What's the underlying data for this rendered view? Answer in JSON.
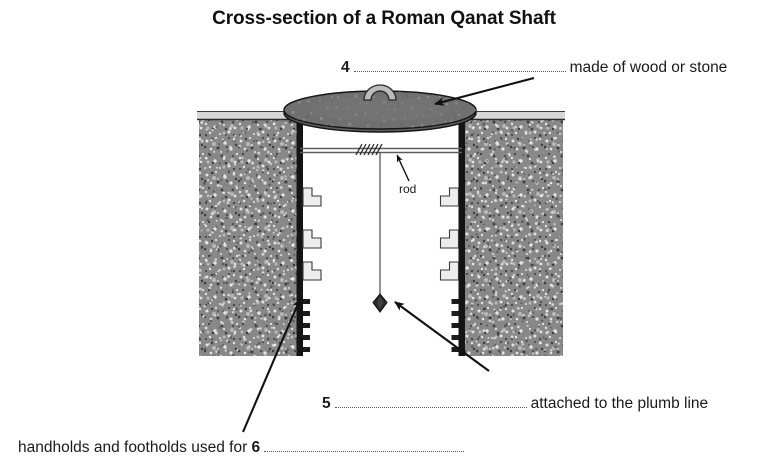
{
  "page": {
    "title": "Cross-section of a Roman Qanat Shaft",
    "background_color": "#ffffff",
    "text_color": "#1a1a1a"
  },
  "labels": {
    "cover": {
      "number": "4",
      "dots": "..........................................................",
      "text": "made of wood or stone"
    },
    "plumb_bob": {
      "number": "5",
      "dots": "..........................................................",
      "text": "attached to the plumb line"
    },
    "footholds": {
      "text": "handholds and footholds used for",
      "number": "6",
      "dots": "..........................................................."
    },
    "rod": {
      "text": "rod"
    }
  },
  "diagram": {
    "rock_fill_color": "#8c8c8c",
    "rock_speckle_light": "#e8e8e8",
    "rock_speckle_dark": "#4a4a4a",
    "ground_band_color": "#d9d9d9",
    "shaft_wall_color": "#141414",
    "cover_fill_color": "#6e6e6e",
    "cover_stroke_color": "#1a1a1a",
    "handle_fill_color": "#b5b5b5",
    "foothold_fill_color": "#ececec",
    "foothold_stroke_color": "#3a3a3a",
    "plumb_line_color": "#555555",
    "plumb_bob_color": "#2b2b2b",
    "arrow_color": "#111111",
    "parts": [
      "shaft-cover-disc",
      "cover-handle",
      "ground-surface-band",
      "rock-mass-left",
      "rock-mass-right",
      "shaft-wall-left",
      "shaft-wall-right",
      "horizontal-rod",
      "rod-spring-coil",
      "plumb-line",
      "plumb-bob",
      "handholds-left",
      "handholds-right"
    ],
    "handhold_count_per_side": 3
  }
}
